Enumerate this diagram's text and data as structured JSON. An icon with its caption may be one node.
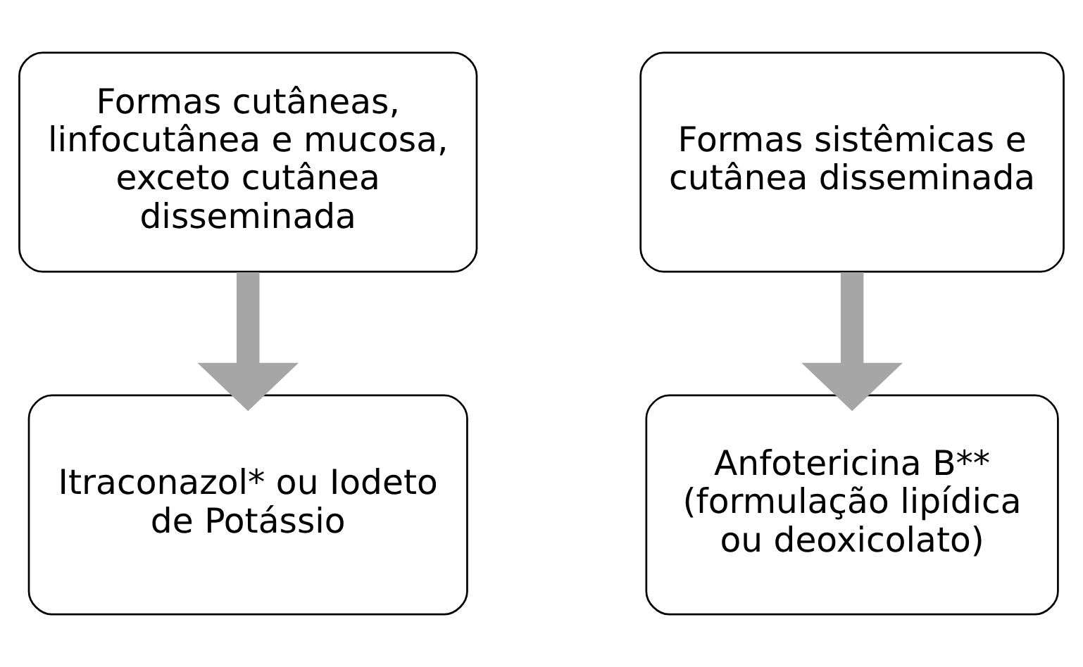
{
  "diagram": {
    "nodes": [
      {
        "text": [
          "Formas cutâneas, linfocutânea e mucosa, exceto cutânea disseminada"
        ]
      },
      {
        "text": [
          "Itraconazol* ou Iodeto de Potássio"
        ]
      },
      {
        "text": [
          "Formas sistêmicas e cutânea disseminada"
        ]
      },
      {
        "text": [
          "Anfotericina B** (formulação lipídica ou deoxicolato)"
        ]
      }
    ],
    "edges": [
      {
        "from": 0,
        "to": 1,
        "arrow": "to"
      },
      {
        "from": 2,
        "to": 3,
        "arrow": "to"
      }
    ]
  }
}
